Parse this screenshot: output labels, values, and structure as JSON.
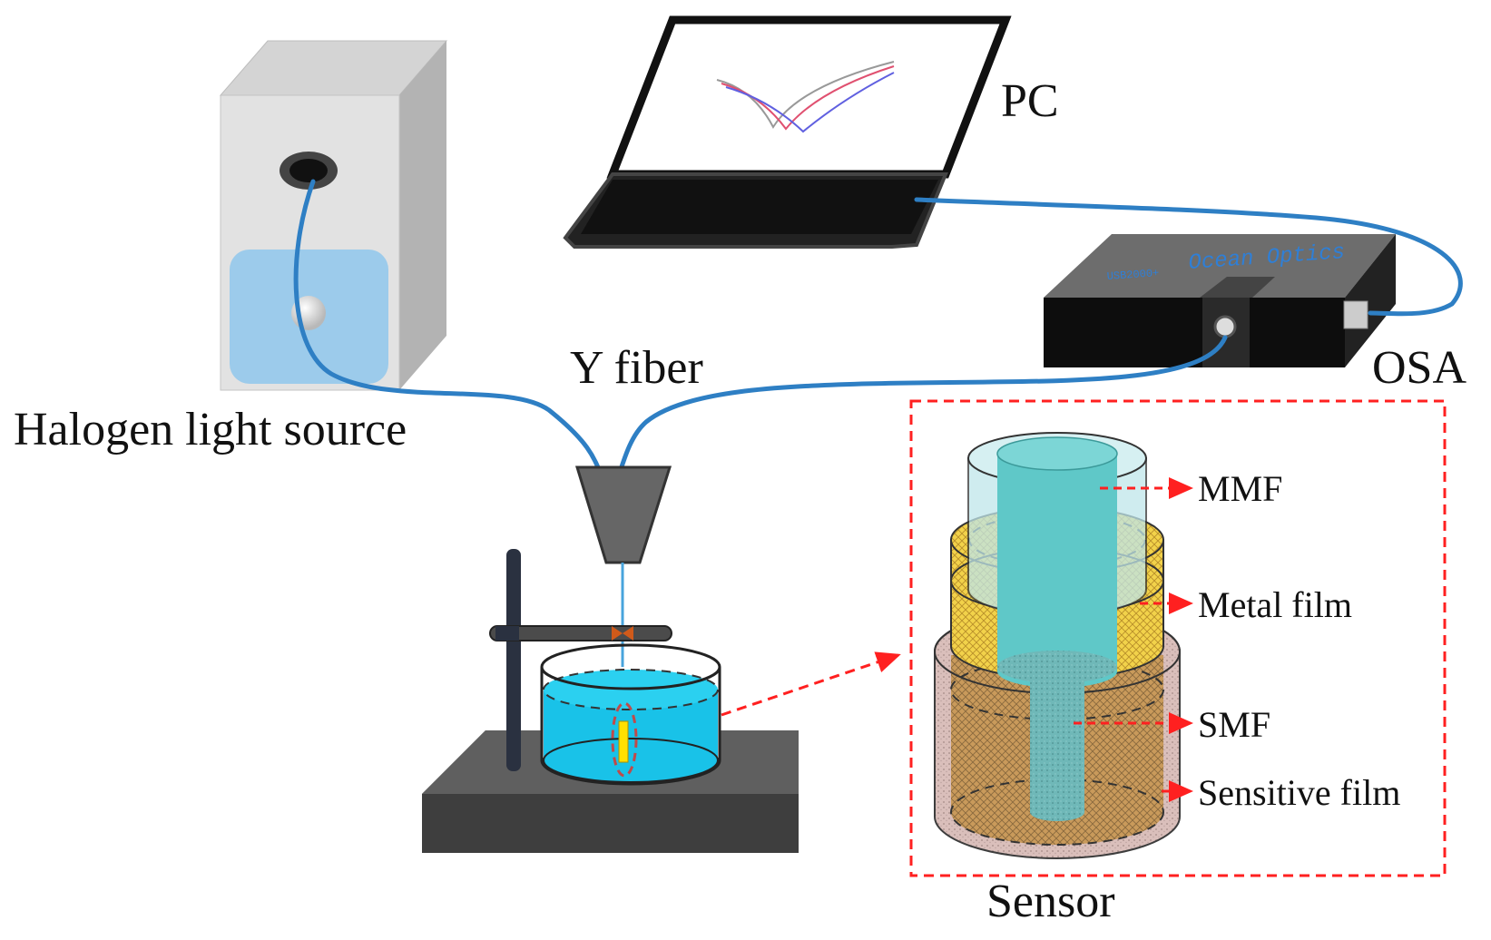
{
  "labels": {
    "pc": "PC",
    "osa": "OSA",
    "y_fiber": "Y fiber",
    "halogen": "Halogen light source",
    "sensor": "Sensor",
    "mmf": "MMF",
    "metal_film": "Metal film",
    "smf": "SMF",
    "sensitive_film": "Sensitive film"
  },
  "osa_device": {
    "brand": "Ocean Optics",
    "model": "USB2000+"
  },
  "colors": {
    "fiber": "#2e7fc4",
    "arrow": "#ff2020",
    "liquid": "#19c2e8",
    "mmf_core": "#5fc8c8",
    "metal_film": "#f2d24a",
    "sensitive_film": "#c79a58"
  }
}
